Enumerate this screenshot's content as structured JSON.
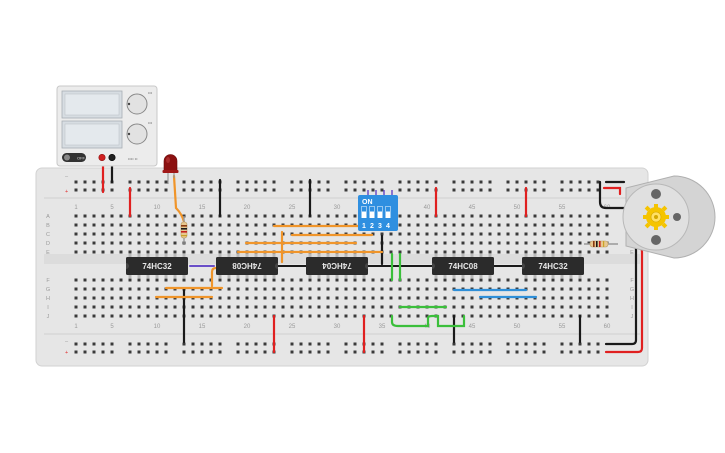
{
  "board": {
    "column_numbers": [
      "1",
      "5",
      "10",
      "15",
      "20",
      "25",
      "30",
      "35",
      "40",
      "45",
      "50",
      "55",
      "60"
    ],
    "row_letters_top": [
      "A",
      "B",
      "C",
      "D",
      "E"
    ],
    "row_letters_bottom": [
      "F",
      "G",
      "H",
      "I",
      "J"
    ],
    "rail_minus": "–",
    "rail_plus": "+"
  },
  "chips": [
    {
      "label": "74HC32",
      "flipped": false
    },
    {
      "label": "74HC08",
      "flipped": true
    },
    {
      "label": "74HC04",
      "flipped": true
    },
    {
      "label": "74HC08",
      "flipped": false
    },
    {
      "label": "74HC32",
      "flipped": false
    }
  ],
  "dip_switch": {
    "on_label": "ON",
    "numbers": [
      "1",
      "2",
      "3",
      "4"
    ]
  },
  "power_supply": {
    "switch_label": "OFF"
  },
  "colors": {
    "board": "#e6e6e6",
    "chip": "#2b2b2b",
    "wire_orange": "#f0952a",
    "wire_blue": "#2f8fd8",
    "wire_green": "#3bbf3b",
    "wire_red": "#e02020",
    "wire_black": "#1a1a1a",
    "dip": "#2f8fe0",
    "led": "#8b1010"
  }
}
